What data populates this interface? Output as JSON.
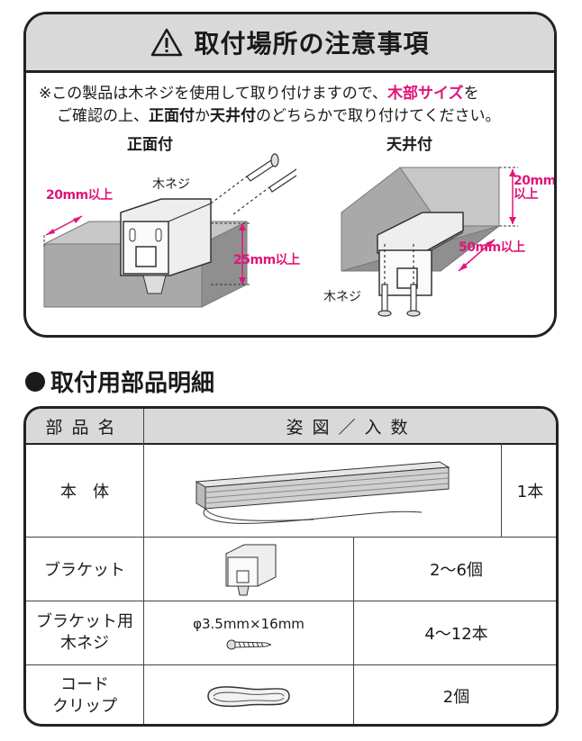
{
  "caution": {
    "title": "取付場所の注意事項",
    "note_prefix": "※この製品は木ネジを使用して取り付けますので、",
    "note_pink": "木部サイズ",
    "note_suffix1": "を",
    "note_line2_a": "ご確認の上、",
    "note_line2_b": "正面付",
    "note_line2_c": "か",
    "note_line2_d": "天井付",
    "note_line2_e": "のどちらかで取り付けてください。",
    "front_label": "正面付",
    "ceiling_label": "天井付",
    "front_screw_label": "木ネジ",
    "front_dim_depth": "20mm以上",
    "front_dim_height": "25mm以上",
    "ceiling_dim_height_1": "20mm",
    "ceiling_dim_height_2": "以上",
    "ceiling_dim_depth": "50mm以上",
    "ceiling_screw_label": "木ネジ",
    "accent_color": "#e0157a"
  },
  "parts": {
    "title": "取付用部品明細",
    "header_name": "部品名",
    "header_figure": "姿図／入数",
    "rows": [
      {
        "name": "本　体",
        "qty": "1本"
      },
      {
        "name": "ブラケット",
        "qty": "2～6個"
      },
      {
        "name_1": "ブラケット用",
        "name_2": "木ネジ",
        "spec": "φ3.5mm×16mm",
        "qty": "4～12本"
      },
      {
        "name_1": "コード",
        "name_2": "クリップ",
        "qty": "2個"
      }
    ]
  }
}
